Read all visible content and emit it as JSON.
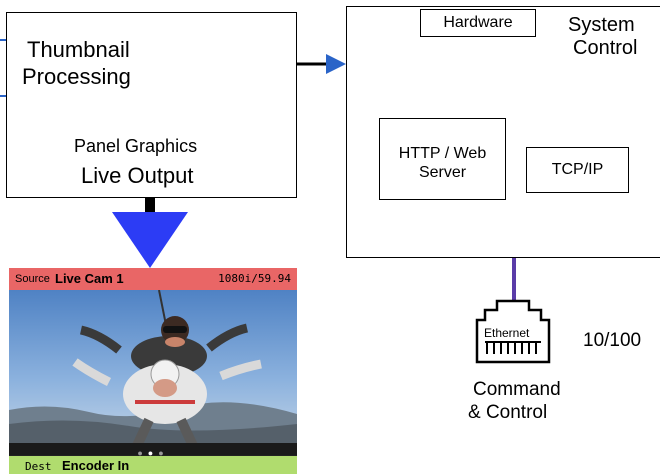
{
  "thumbnail_box": {
    "title_line1": "Thumbnail",
    "title_line2": "Processing",
    "sub_line1": "Panel Graphics",
    "sub_line2": "Live Output"
  },
  "system_box": {
    "title_line1": "System",
    "title_line2": "Control",
    "hardware_label": "Hardware",
    "http_line1": "HTTP / Web",
    "http_line2": "Server",
    "tcp_label": "TCP/IP"
  },
  "ethernet": {
    "jack_label": "Ethernet",
    "speed_label": "10/100",
    "caption_line1": "Command",
    "caption_line2": "& Control"
  },
  "panel": {
    "source_prefix": "Source",
    "source_name": "Live Cam 1",
    "format": "1080i/59.94",
    "dest_prefix": "Dest",
    "dest_name": "Encoder In",
    "page_dots": 3,
    "active_dot": 1
  },
  "colors": {
    "blue_arrow": "#2a64c8",
    "big_blue": "#2c3cf5",
    "gold_arrow": "#c8a836",
    "purple_line": "#5a3ca8",
    "source_bar": "#e96666",
    "dest_bar": "#b0dc6e"
  }
}
